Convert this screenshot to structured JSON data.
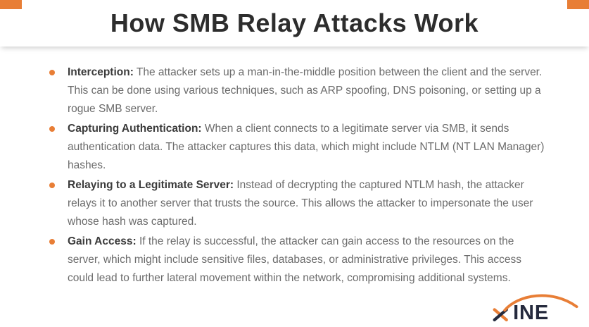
{
  "header": {
    "title": "How SMB Relay Attacks Work"
  },
  "content": {
    "bullets": [
      {
        "lead": "Interception:",
        "rest": " The attacker sets up a man-in-the-middle position between the client and the server. This can be done using various techniques, such as ARP spoofing, DNS poisoning, or setting up a rogue SMB server."
      },
      {
        "lead": "Capturing Authentication:",
        "rest": " When a client connects to a legitimate server via SMB, it sends authentication data. The attacker captures this data, which might include NTLM (NT LAN Manager) hashes."
      },
      {
        "lead": "Relaying to a Legitimate Server:",
        "rest": " Instead of decrypting the captured NTLM hash, the attacker relays it to another server that trusts the source. This allows the attacker to impersonate the user whose hash was captured."
      },
      {
        "lead": "Gain Access:",
        "rest": " If the relay is successful, the attacker can gain access to the resources on the server, which might include sensitive files, databases, or administrative privileges. This access could lead to further lateral movement within the network, compromising additional systems."
      }
    ]
  },
  "logo": {
    "text": "INE"
  },
  "colors": {
    "accent_orange": "#E87E36",
    "title_text": "#2D2D2D",
    "body_text": "#6B6B6B",
    "logo_dark": "#252A3D"
  }
}
